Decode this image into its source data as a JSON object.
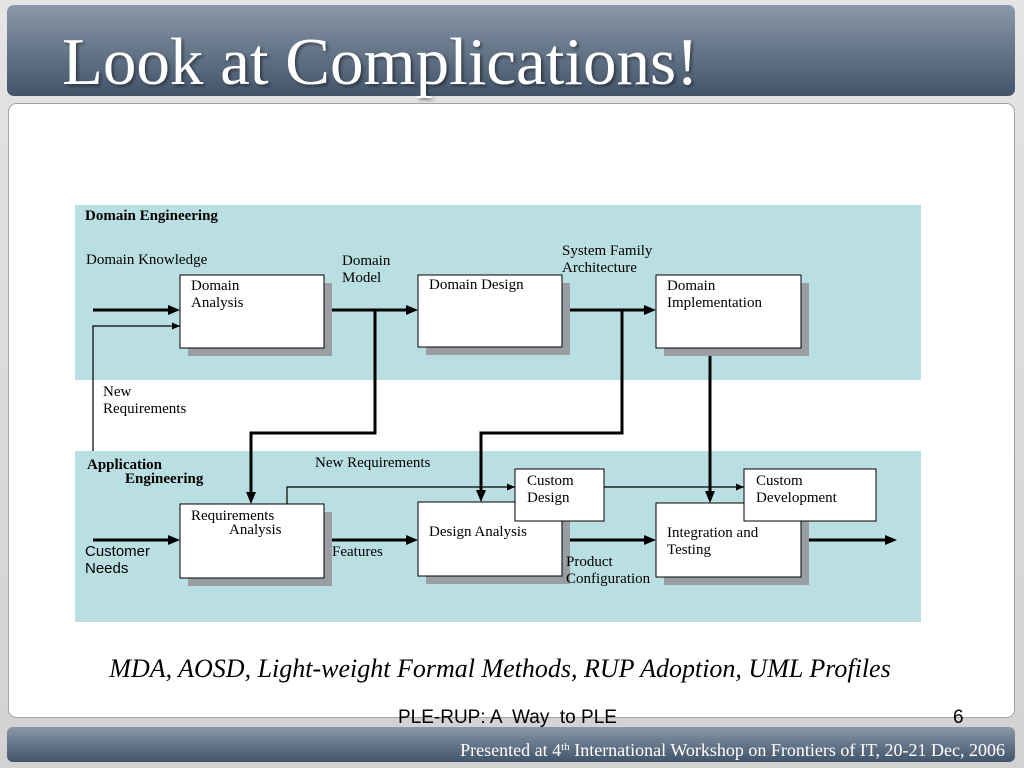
{
  "slide": {
    "title": "Look at Complications!",
    "caption": "MDA, AOSD, Light-weight Formal Methods, RUP Adoption, UML Profiles",
    "footer": {
      "center_text": "PLE-RUP: A  Way  to PLE",
      "page_number": "6"
    },
    "banner": {
      "prefix": "Presented at 4",
      "superscript": "th",
      "suffix": " International Workshop on Frontiers of IT, 20-21 Dec, 2006"
    }
  },
  "colors": {
    "title_bar_top": "#8a99a9",
    "title_bar_bottom": "#42546a",
    "band": "#b9dfe3",
    "box_shadow": "#9a9ea3"
  },
  "diagram": {
    "domain_engineering": {
      "label": "Domain Engineering",
      "input_label": "Domain Knowledge",
      "domain_model_label": [
        "Domain",
        "Model"
      ],
      "architecture_label": [
        "System Family",
        "Architecture"
      ],
      "feedback_label": [
        "New",
        "Requirements"
      ],
      "domain_analysis": [
        "Domain",
        "Analysis"
      ],
      "domain_design": "Domain Design",
      "domain_implementation": [
        "Domain",
        "Implementation"
      ]
    },
    "application_engineering": {
      "label": [
        "Application",
        "Engineering"
      ],
      "new_requirements_label": "New Requirements",
      "input_label": [
        "Customer",
        "Needs"
      ],
      "features_label": "Features",
      "product_configuration_label": [
        "Product",
        "Configuration"
      ],
      "requirements_analysis": [
        "Requirements",
        "Analysis"
      ],
      "design_analysis": "Design Analysis",
      "integration_testing": [
        "Integration and",
        "Testing"
      ],
      "custom_design": [
        "Custom",
        "Design"
      ],
      "custom_development": [
        "Custom",
        "Development"
      ]
    }
  }
}
